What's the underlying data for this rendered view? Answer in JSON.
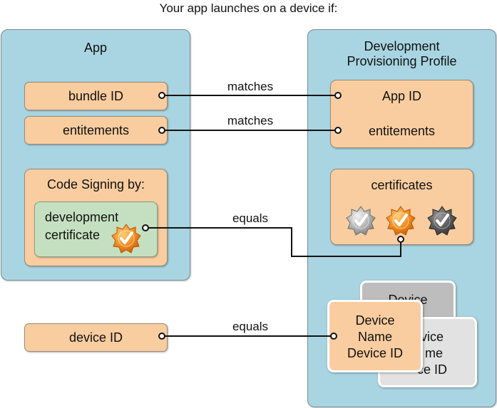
{
  "heading": "Your app launches on a device if:",
  "app_panel": {
    "title": "App",
    "bundle_id": "bundle ID",
    "entitlements": "entitements",
    "code_signing": {
      "title": "Code Signing by:",
      "certificate_line1": "development",
      "certificate_line2": "certificate"
    }
  },
  "device_id": "device ID",
  "profile_panel": {
    "title_line1": "Development",
    "title_line2": "Provisioning Profile",
    "app_id": "App ID",
    "entitlements": "entitements",
    "certificates_title": "certificates",
    "device_cards": {
      "back_top_text": "Device",
      "middle_line1": "vice",
      "middle_line2": "me",
      "middle_line3": "ce ID",
      "front_line1": "Device",
      "front_line2": "Name",
      "front_line3": "Device ID"
    }
  },
  "connectors": {
    "bundle_to_appid": "matches",
    "entitlements_match": "matches",
    "certificate_equals": "equals",
    "device_equals": "equals"
  },
  "colors": {
    "panel_blue": "#a9d5e2",
    "pill_orange": "#f9cda0",
    "cert_green": "#c5e0c0",
    "badge_orange": "#f07f1c",
    "badge_silver": "#a7a7a7",
    "badge_dark": "#555555"
  }
}
